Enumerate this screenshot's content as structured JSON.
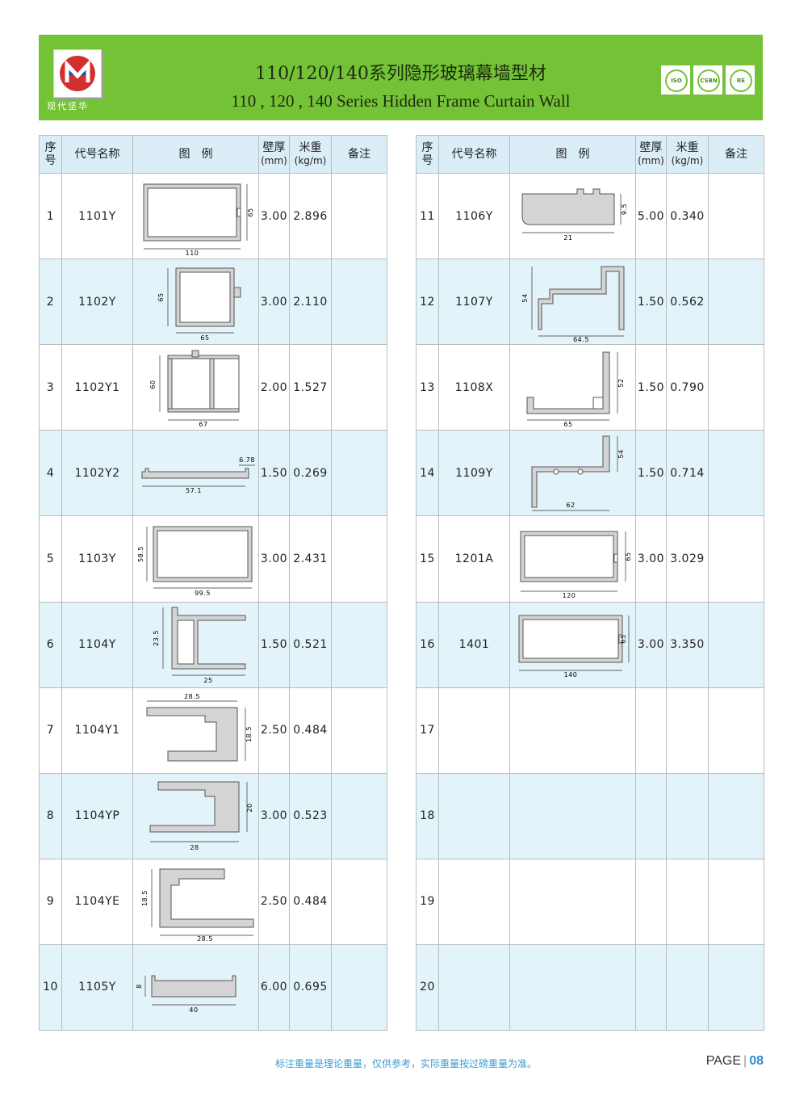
{
  "header": {
    "logo_text": "现代坚华",
    "title_cn": "110/120/140系列隐形玻璃幕墙型材",
    "title_en": "110 , 120 , 140 Series Hidden Frame Curtain Wall",
    "cert_labels": [
      "ISO",
      "CSBN",
      "RE"
    ]
  },
  "table": {
    "headers": {
      "seq": "序号",
      "code": "代号名称",
      "figure": "图　例",
      "thickness": "壁厚",
      "thickness_unit": "(mm)",
      "weight": "米重",
      "weight_unit": "(kg/m)",
      "remark": "备注"
    },
    "left_rows": [
      {
        "seq": "1",
        "code": "1101Y",
        "thickness": "3.00",
        "weight": "2.896",
        "dims": [
          "110",
          "65"
        ]
      },
      {
        "seq": "2",
        "code": "1102Y",
        "thickness": "3.00",
        "weight": "2.110",
        "dims": [
          "65",
          "65"
        ]
      },
      {
        "seq": "3",
        "code": "1102Y1",
        "thickness": "2.00",
        "weight": "1.527",
        "dims": [
          "67",
          "60"
        ]
      },
      {
        "seq": "4",
        "code": "1102Y2",
        "thickness": "1.50",
        "weight": "0.269",
        "dims": [
          "57.1",
          "6.78"
        ]
      },
      {
        "seq": "5",
        "code": "1103Y",
        "thickness": "3.00",
        "weight": "2.431",
        "dims": [
          "99.5",
          "58.5"
        ]
      },
      {
        "seq": "6",
        "code": "1104Y",
        "thickness": "1.50",
        "weight": "0.521",
        "dims": [
          "25",
          "23.5"
        ]
      },
      {
        "seq": "7",
        "code": "1104Y1",
        "thickness": "2.50",
        "weight": "0.484",
        "dims": [
          "28.5",
          "18.5"
        ]
      },
      {
        "seq": "8",
        "code": "1104YP",
        "thickness": "3.00",
        "weight": "0.523",
        "dims": [
          "28",
          "20"
        ]
      },
      {
        "seq": "9",
        "code": "1104YE",
        "thickness": "2.50",
        "weight": "0.484",
        "dims": [
          "28.5",
          "18.5"
        ]
      },
      {
        "seq": "10",
        "code": "1105Y",
        "thickness": "6.00",
        "weight": "0.695",
        "dims": [
          "40",
          "8"
        ]
      }
    ],
    "right_rows": [
      {
        "seq": "11",
        "code": "1106Y",
        "thickness": "5.00",
        "weight": "0.340",
        "dims": [
          "21",
          "9.5"
        ]
      },
      {
        "seq": "12",
        "code": "1107Y",
        "thickness": "1.50",
        "weight": "0.562",
        "dims": [
          "64.5",
          "54"
        ]
      },
      {
        "seq": "13",
        "code": "1108X",
        "thickness": "1.50",
        "weight": "0.790",
        "dims": [
          "65",
          "52"
        ]
      },
      {
        "seq": "14",
        "code": "1109Y",
        "thickness": "1.50",
        "weight": "0.714",
        "dims": [
          "62",
          "54"
        ]
      },
      {
        "seq": "15",
        "code": "1201A",
        "thickness": "3.00",
        "weight": "3.029",
        "dims": [
          "120",
          "65"
        ]
      },
      {
        "seq": "16",
        "code": "1401",
        "thickness": "3.00",
        "weight": "3.350",
        "dims": [
          "140",
          "65"
        ]
      },
      {
        "seq": "17",
        "code": "",
        "thickness": "",
        "weight": "",
        "dims": []
      },
      {
        "seq": "18",
        "code": "",
        "thickness": "",
        "weight": "",
        "dims": []
      },
      {
        "seq": "19",
        "code": "",
        "thickness": "",
        "weight": "",
        "dims": []
      },
      {
        "seq": "20",
        "code": "",
        "thickness": "",
        "weight": "",
        "dims": []
      }
    ]
  },
  "footer": {
    "note": "标注重量是理论重量，仅供参考，实际重量按过磅重量为准。",
    "page_label": "PAGE",
    "page_number": "08"
  }
}
